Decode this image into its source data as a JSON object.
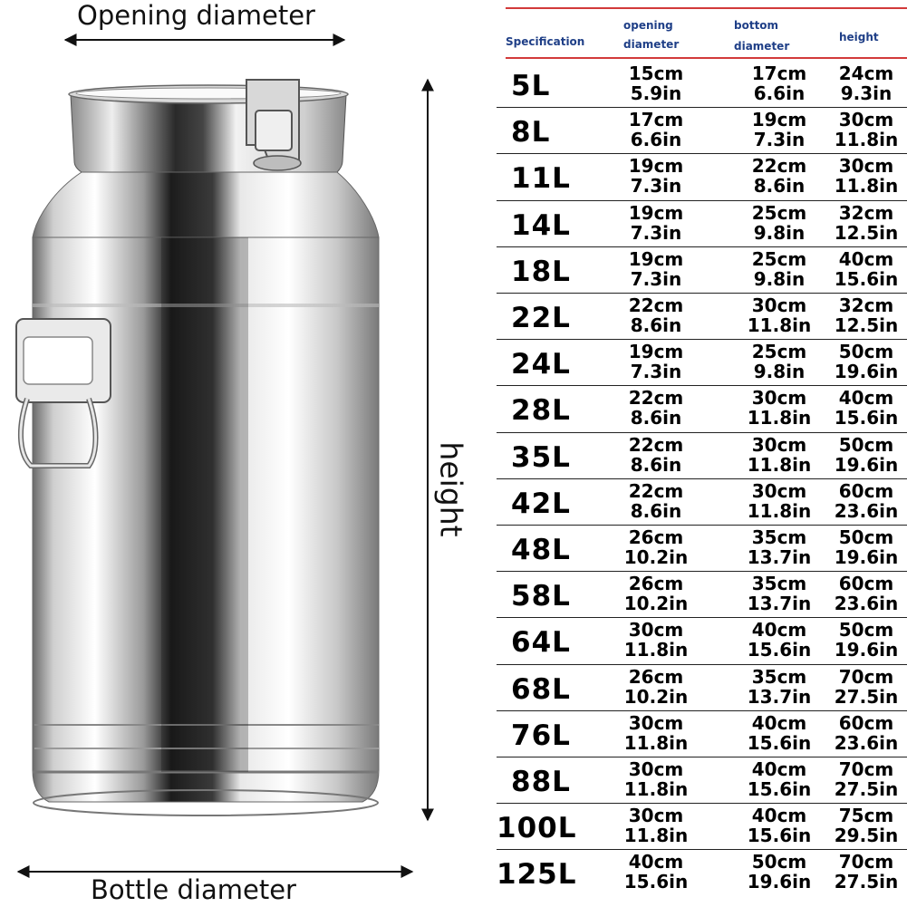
{
  "labels": {
    "opening": "Opening diameter",
    "bottle": "Bottle diameter",
    "height": "height"
  },
  "table": {
    "headers": {
      "spec": "Specification",
      "opening": [
        "opening",
        "diameter"
      ],
      "bottom": [
        "bottom",
        "diameter"
      ],
      "height": "height"
    },
    "rows": [
      {
        "cap": "5L",
        "open": [
          "15cm",
          "5.9in"
        ],
        "bottom": [
          "17cm",
          "6.6in"
        ],
        "height": [
          "24cm",
          "9.3in"
        ]
      },
      {
        "cap": "8L",
        "open": [
          "17cm",
          "6.6in"
        ],
        "bottom": [
          "19cm",
          "7.3in"
        ],
        "height": [
          "30cm",
          "11.8in"
        ]
      },
      {
        "cap": "11L",
        "open": [
          "19cm",
          "7.3in"
        ],
        "bottom": [
          "22cm",
          "8.6in"
        ],
        "height": [
          "30cm",
          "11.8in"
        ]
      },
      {
        "cap": "14L",
        "open": [
          "19cm",
          "7.3in"
        ],
        "bottom": [
          "25cm",
          "9.8in"
        ],
        "height": [
          "32cm",
          "12.5in"
        ]
      },
      {
        "cap": "18L",
        "open": [
          "19cm",
          "7.3in"
        ],
        "bottom": [
          "25cm",
          "9.8in"
        ],
        "height": [
          "40cm",
          "15.6in"
        ]
      },
      {
        "cap": "22L",
        "open": [
          "22cm",
          "8.6in"
        ],
        "bottom": [
          "30cm",
          "11.8in"
        ],
        "height": [
          "32cm",
          "12.5in"
        ]
      },
      {
        "cap": "24L",
        "open": [
          "19cm",
          "7.3in"
        ],
        "bottom": [
          "25cm",
          "9.8in"
        ],
        "height": [
          "50cm",
          "19.6in"
        ]
      },
      {
        "cap": "28L",
        "open": [
          "22cm",
          "8.6in"
        ],
        "bottom": [
          "30cm",
          "11.8in"
        ],
        "height": [
          "40cm",
          "15.6in"
        ]
      },
      {
        "cap": "35L",
        "open": [
          "22cm",
          "8.6in"
        ],
        "bottom": [
          "30cm",
          "11.8in"
        ],
        "height": [
          "50cm",
          "19.6in"
        ]
      },
      {
        "cap": "42L",
        "open": [
          "22cm",
          "8.6in"
        ],
        "bottom": [
          "30cm",
          "11.8in"
        ],
        "height": [
          "60cm",
          "23.6in"
        ]
      },
      {
        "cap": "48L",
        "open": [
          "26cm",
          "10.2in"
        ],
        "bottom": [
          "35cm",
          "13.7in"
        ],
        "height": [
          "50cm",
          "19.6in"
        ]
      },
      {
        "cap": "58L",
        "open": [
          "26cm",
          "10.2in"
        ],
        "bottom": [
          "35cm",
          "13.7in"
        ],
        "height": [
          "60cm",
          "23.6in"
        ]
      },
      {
        "cap": "64L",
        "open": [
          "30cm",
          "11.8in"
        ],
        "bottom": [
          "40cm",
          "15.6in"
        ],
        "height": [
          "50cm",
          "19.6in"
        ]
      },
      {
        "cap": "68L",
        "open": [
          "26cm",
          "10.2in"
        ],
        "bottom": [
          "35cm",
          "13.7in"
        ],
        "height": [
          "70cm",
          "27.5in"
        ]
      },
      {
        "cap": "76L",
        "open": [
          "30cm",
          "11.8in"
        ],
        "bottom": [
          "40cm",
          "15.6in"
        ],
        "height": [
          "60cm",
          "23.6in"
        ]
      },
      {
        "cap": "88L",
        "open": [
          "30cm",
          "11.8in"
        ],
        "bottom": [
          "40cm",
          "15.6in"
        ],
        "height": [
          "70cm",
          "27.5in"
        ]
      },
      {
        "cap": "100L",
        "open": [
          "30cm",
          "11.8in"
        ],
        "bottom": [
          "40cm",
          "15.6in"
        ],
        "height": [
          "75cm",
          "29.5in"
        ]
      },
      {
        "cap": "125L",
        "open": [
          "40cm",
          "15.6in"
        ],
        "bottom": [
          "50cm",
          "19.6in"
        ],
        "height": [
          "70cm",
          "27.5in"
        ]
      }
    ]
  },
  "colors": {
    "header_text": "#1f3f87",
    "header_rule": "#d23a3a",
    "steel_light": "#f4f4f4",
    "steel_dark": "#2e2e2e"
  }
}
